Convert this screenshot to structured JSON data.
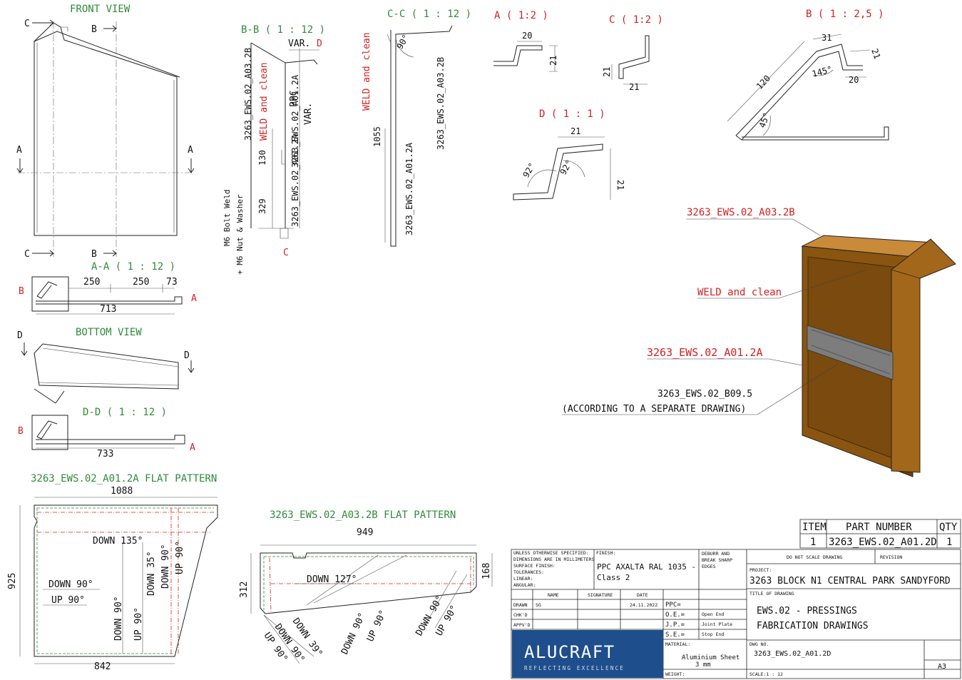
{
  "views": {
    "front_view": "FRONT VIEW",
    "bb_title": "B-B ( 1 : 12 )",
    "cc_title": "C-C ( 1 : 12 )",
    "a_detail": "A ( 1:2 )",
    "c_detail": "C ( 1:2 )",
    "b_detail": "B ( 1 : 2,5 )",
    "d_detail": "D ( 1 : 1 )",
    "aa_title": "A-A ( 1 : 12 )",
    "bottom_view": "BOTTOM VIEW",
    "dd_title": "D-D ( 1 : 12 )",
    "flat1_title": "3263_EWS.02_A01.2A  FLAT PATTERN",
    "flat2_title": "3263_EWS.02_A03.2B  FLAT PATTERN"
  },
  "section_marks": {
    "c": "C",
    "b": "B",
    "a": "A",
    "d": "D"
  },
  "bb_section": {
    "var1": "VAR.",
    "d_mark": "D",
    "part1": "3263_EWS.02_A03.2B",
    "weld": "WELD and clean",
    "ppc": "PPC",
    "var2": "VAR.",
    "dim130": "130",
    "part2": "3263_EWS.02_A01.2A",
    "dim329": "329",
    "part3": "3263_EWS.02_A01.2A",
    "bolt1": "M6 Bolt Weld",
    "bolt2": "+ M6 Nut & Washer",
    "c_mark": "C"
  },
  "cc_section": {
    "weld": "WELD and clean",
    "angle": "90°",
    "part1": "3263_EWS.02_A03.2B",
    "dim": "1055",
    "part2": "3263_EWS.02_A01.2A"
  },
  "detail_a": {
    "d20": "20",
    "d21": "21"
  },
  "detail_c": {
    "d21a": "21",
    "d21b": "21"
  },
  "detail_b": {
    "d31": "31",
    "d21": "21",
    "d145": "145°",
    "d20": "20",
    "d120": "120",
    "d45": "45°"
  },
  "detail_d": {
    "d21a": "21",
    "d92a": "92°",
    "d92b": "92°",
    "d21b": "21"
  },
  "aa_section": {
    "b": "B",
    "a": "A",
    "d250a": "250",
    "d250b": "250",
    "d73": "73",
    "d713": "713"
  },
  "dd_section": {
    "b": "B",
    "a": "A",
    "d733": "733"
  },
  "flat1": {
    "d1088": "1088",
    "d925": "925",
    "d842": "842",
    "down135": "DOWN 135°",
    "down35": "DOWN 35°",
    "down90a": "DOWN 90°",
    "up90a": "UP 90°",
    "down90b": "DOWN 90°",
    "up90b": "UP 90°",
    "down90c": "DOWN 90°",
    "up90c": "UP 90°"
  },
  "flat2": {
    "d949": "949",
    "d312": "312",
    "d168": "168",
    "down127": "DOWN 127°",
    "down90a": "DOWN 90°",
    "up90a": "UP 90°",
    "down90b": "DOWN 90°",
    "up90b": "UP 90°",
    "down90c": "DOWN 90°",
    "down39": "DOWN 39°",
    "up90c": "UP 90°"
  },
  "iso_labels": {
    "part1": "3263_EWS.02_A03.2B",
    "weld": "WELD and clean",
    "part2": "3263_EWS.02_A01.2A",
    "part3": "3263_EWS.02_B09.5",
    "note": "(ACCORDING TO A SEPARATE DRAWING)"
  },
  "parts_list": {
    "headers": [
      "ITEM",
      "PART NUMBER",
      "QTY"
    ],
    "rows": [
      [
        "1",
        "3263_EWS.02_A01.2D",
        "1"
      ]
    ]
  },
  "title_block": {
    "spec1": "UNLESS OTHERWISE SPECIFIED:",
    "spec2": "DIMENSIONS ARE IN MILLIMETERS",
    "spec3": "SURFACE FINISH:",
    "spec4": "TOLERANCES:",
    "spec5": "LINEAR:",
    "spec6": "ANGULAR:",
    "finish_label": "FINISH:",
    "finish1": "PPC AXALTA RAL 1035 -",
    "finish2": "Class 2",
    "deburr1": "DEBURR AND",
    "deburr2": "BREAK SHARP",
    "deburr3": "EDGES",
    "noscale": "DO NOT SCALE DRAWING",
    "revision": "REVISION",
    "project_label": "PROJECT:",
    "project": "3263 BLOCK N1 CENTRAL PARK SANDYFORD",
    "title_label": "TITLE OF DRAWING",
    "title1": "EWS.02 - PRESSINGS",
    "title2": "FABRICATION DRAWINGS",
    "col_name": "NAME",
    "col_sig": "SIGNATURE",
    "col_date": "DATE",
    "drawn": "DRAWN",
    "drawn_name": "SG",
    "drawn_date": "24.11.2022",
    "chkd": "CHK'D",
    "appvd": "APPV'D",
    "ppc": "PPC=",
    "oe": "O.E.=",
    "oe_val": "Open End",
    "jp": "J.P.=",
    "jp_val": "Joint Plate",
    "se": "S.E.=",
    "se_val": "Stop End",
    "material_label": "MATERIAL:",
    "material1": "Aluminium Sheet",
    "material2": "3 mm",
    "weight": "WEIGHT:",
    "dwg_label": "DWG NO.",
    "dwg_no": "3263_EWS.02_A01.2D",
    "scale": "SCALE:1 : 12",
    "size": "A3",
    "logo": "ALUCRAFT",
    "tagline": "REFLECTING EXCELLENCE"
  },
  "colors": {
    "green": "#2e8b3a",
    "red": "#d42020",
    "logo_bg": "#1f4e8c"
  }
}
